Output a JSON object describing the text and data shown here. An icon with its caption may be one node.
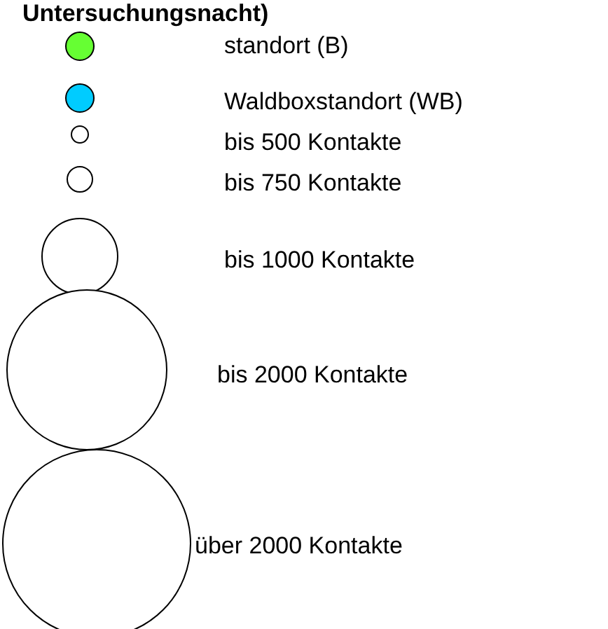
{
  "diagram": {
    "labels": [
      "Untersuchungsnacht)"
    ],
    "legend": [
      {
        "text": "standort (B)",
        "color": "#66ff33"
      },
      {
        "text": "Waldboxstandort (WB)",
        "color": "#00ccff"
      },
      {
        "text": "bis 500 Kontakte"
      },
      {
        "text": "bis 750 Kontakte"
      },
      {
        "text": "bis 1000 Kontakte"
      },
      {
        "text": "bis 2000 Kontakte"
      },
      {
        "text": "über 2000 Kontakte"
      }
    ]
  }
}
